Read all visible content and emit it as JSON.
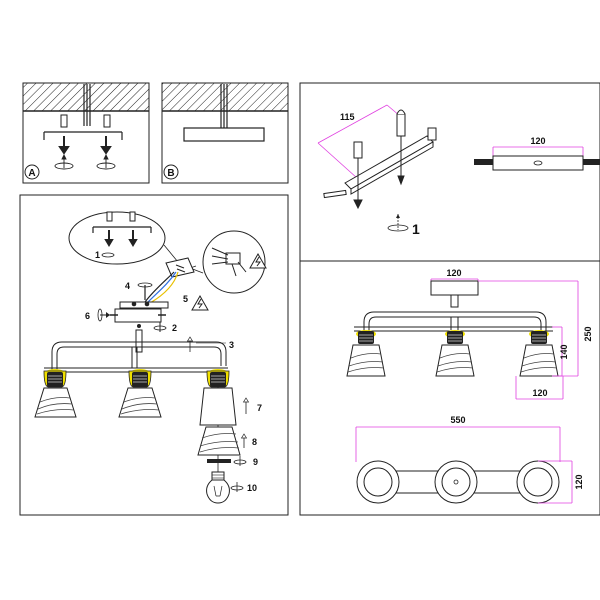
{
  "panels": {
    "a_label": "A",
    "b_label": "B"
  },
  "callouts": {
    "c1": "1",
    "c2": "2",
    "c3": "3",
    "c4": "4",
    "c5": "5",
    "c6": "6",
    "c7": "7",
    "c8": "8",
    "c9": "9",
    "c10": "10",
    "mount_step": "1"
  },
  "dimensions": {
    "screw_spacing": "115",
    "plate_length": "120",
    "canopy_width": "120",
    "total_height": "250",
    "shade_height": "140",
    "shade_width": "120",
    "total_length": "550",
    "shade_diameter": "120"
  },
  "colors": {
    "dimension": "#e040e0",
    "highlight": "#f0e000",
    "wire_blue": "#3070e0",
    "wire_yellow": "#e8c000",
    "line": "#111111"
  }
}
